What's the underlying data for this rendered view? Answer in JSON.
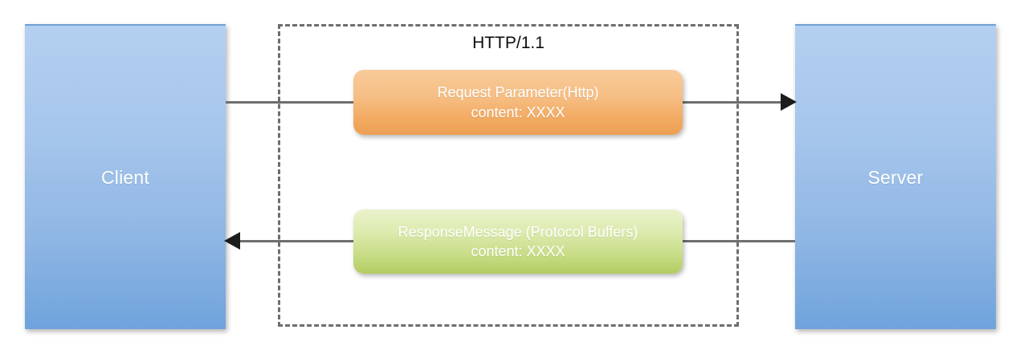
{
  "diagram": {
    "title": "Client-Server HTTP request/response diagram",
    "colors": {
      "endpoint_blue_light": "#b4d0f0",
      "endpoint_blue_dark": "#6fa3dc",
      "request_orange_light": "#f8cb9a",
      "request_orange_dark": "#eda054",
      "response_green_light": "#eaf2cc",
      "response_green_dark": "#b3cc62",
      "line_gray": "#6e6e6e",
      "arrow_black": "#1c1c1c",
      "dashed_border": "#6e6e6e",
      "label_text": "#0d0d0d",
      "box_text": "#ffffff"
    },
    "endpoints": {
      "client": {
        "label": "Client"
      },
      "server": {
        "label": "Server"
      }
    },
    "protocol": {
      "label": "HTTP/1.1"
    },
    "messages": {
      "request": {
        "line1": "Request Parameter(Http)",
        "line2": "content: XXXX",
        "direction": "client-to-server"
      },
      "response": {
        "line1": "ResponseMessage (Protocol Buffers)",
        "line2": "content: XXXX",
        "direction": "server-to-client"
      }
    },
    "connectors": {
      "request_arrow": "arrow-right-icon",
      "response_arrow": "arrow-left-icon"
    }
  }
}
